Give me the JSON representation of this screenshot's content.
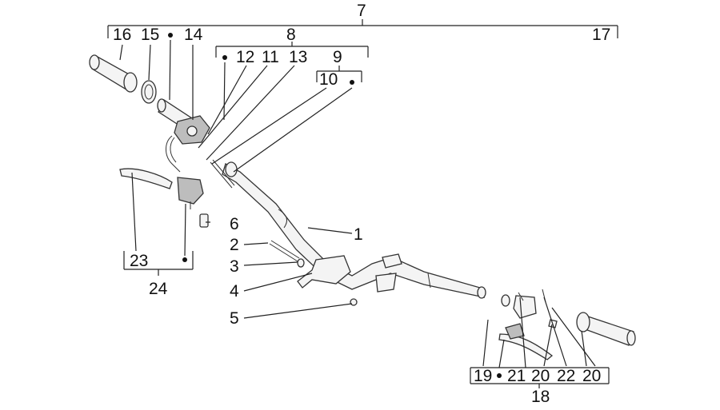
{
  "diagram": {
    "labels": {
      "l1": "1",
      "l2": "2",
      "l3": "3",
      "l4": "4",
      "l5": "5",
      "l6": "6",
      "l7": "7",
      "l8": "8",
      "l9": "9",
      "l10": "10",
      "l11": "11",
      "l12": "12",
      "l13": "13",
      "l14": "14",
      "l15": "15",
      "l16": "16",
      "l17": "17",
      "l18": "18",
      "l19": "19",
      "l20a": "20",
      "l20b": "20",
      "l21": "21",
      "l22": "22",
      "l23": "23",
      "l24": "24"
    }
  }
}
